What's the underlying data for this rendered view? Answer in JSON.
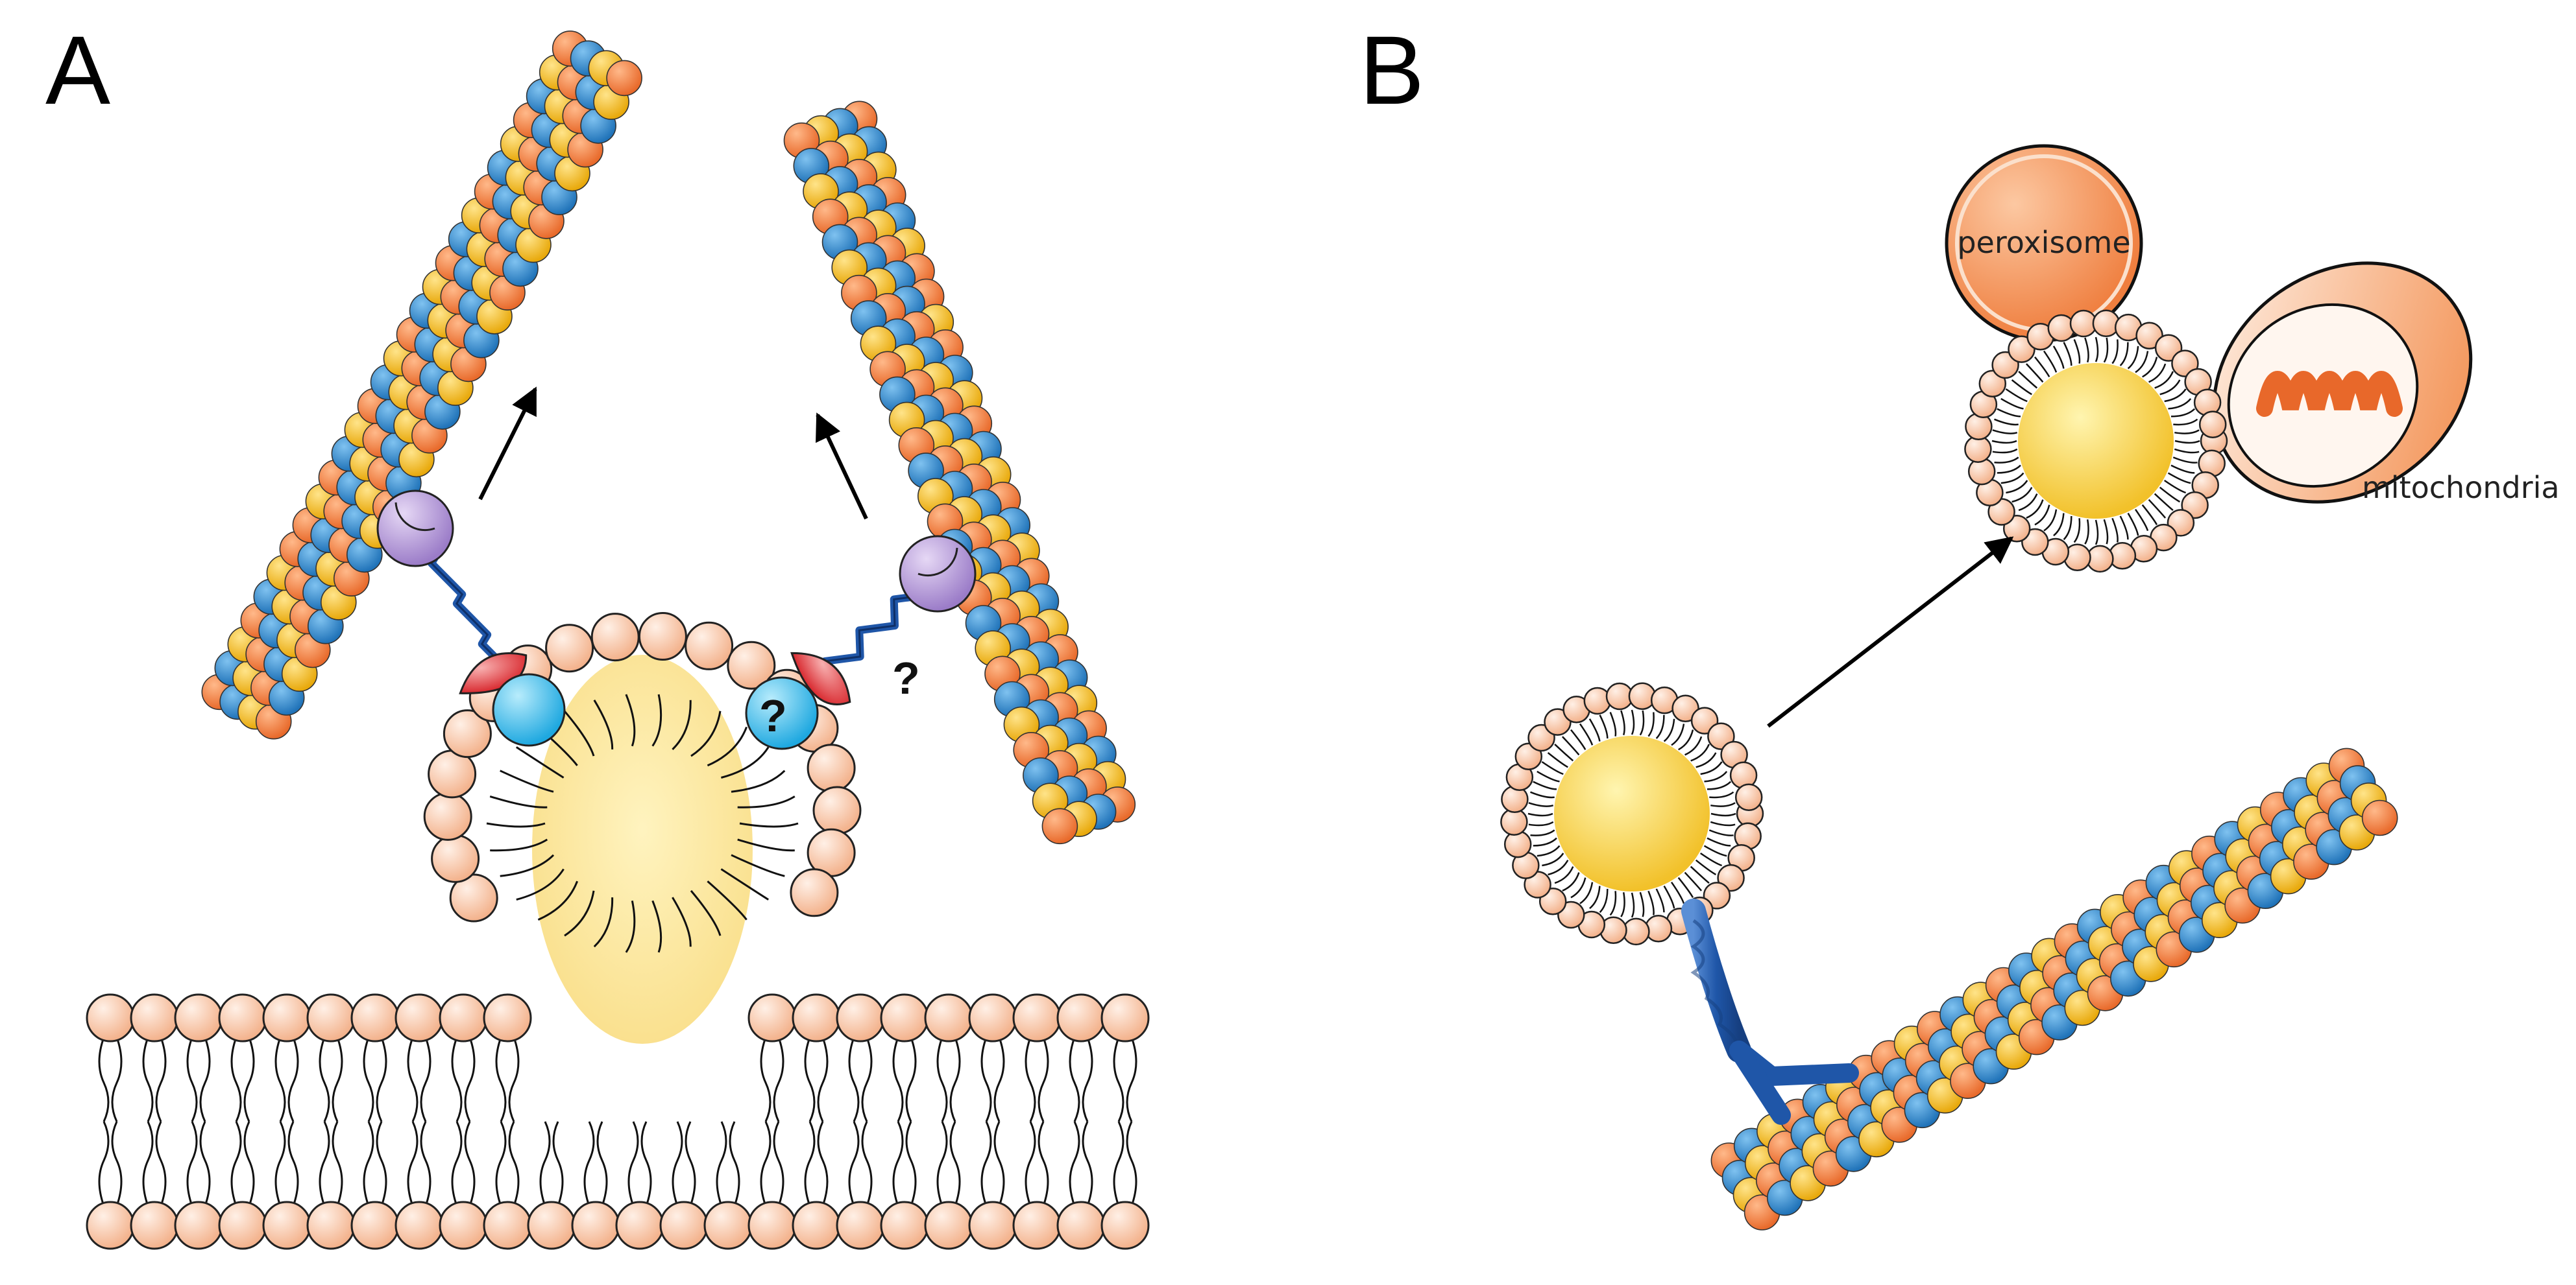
{
  "panels": {
    "a": {
      "letter": "A"
    },
    "b": {
      "letter": "B"
    }
  },
  "question_marks": [
    "?",
    "?"
  ],
  "labels": {
    "peroxisome": "peroxisome",
    "mitochondria": "mitochondria"
  },
  "colors": {
    "subunit_orange": "#f07b3a",
    "subunit_blue": "#2f8fd0",
    "subunit_yellow": "#f6c21c",
    "lipid_head": "#f8c5a6",
    "lipid_core": "#f8e08a",
    "adaptor_purple": "#b59ad6",
    "adaptor_red": "#e84a4a",
    "adaptor_cyan": "#3cc6f0",
    "linker_blue": "#1f56a8",
    "organelle_orange": "#f39a5e"
  }
}
